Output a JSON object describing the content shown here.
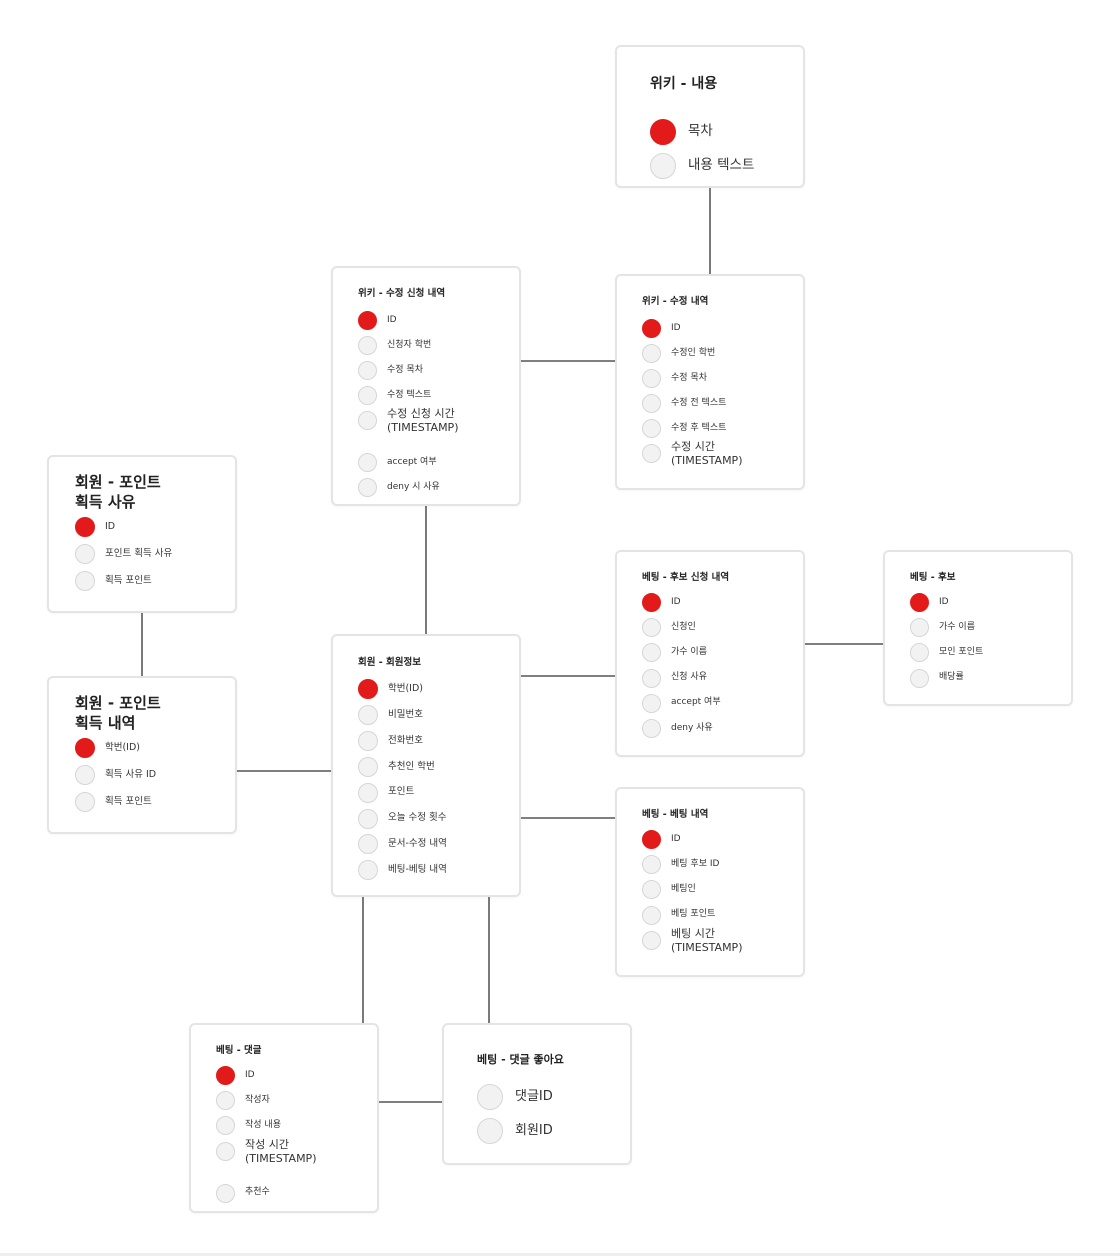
{
  "colors": {
    "primary_key": "#e31a1a",
    "field_dot": "#f2f2f2",
    "card_border": "#e4e4e4",
    "connector": "#333333"
  },
  "entities": [
    {
      "id": "wiki-content",
      "title": "위키 - 내용",
      "fields": [
        {
          "label": "목차",
          "pk": true
        },
        {
          "label": "내용 텍스트",
          "pk": false
        }
      ]
    },
    {
      "id": "wiki-edit-request",
      "title": "위키 - 수정 신청 내역",
      "fields": [
        {
          "label": "ID",
          "pk": true
        },
        {
          "label": "신청자 학번",
          "pk": false
        },
        {
          "label": "수정 목차",
          "pk": false
        },
        {
          "label": "수정 텍스트",
          "pk": false
        },
        {
          "label": "수정 신청 시간\n(TIMESTAMP)",
          "pk": false
        },
        {
          "label": "accept 여부",
          "pk": false
        },
        {
          "label": "deny 시 사유",
          "pk": false
        }
      ]
    },
    {
      "id": "wiki-edit-history",
      "title": "위키 - 수정 내역",
      "fields": [
        {
          "label": "ID",
          "pk": true
        },
        {
          "label": "수정인 학번",
          "pk": false
        },
        {
          "label": "수정 목차",
          "pk": false
        },
        {
          "label": "수정 전 텍스트",
          "pk": false
        },
        {
          "label": "수정 후 텍스트",
          "pk": false
        },
        {
          "label": "수정 시간\n(TIMESTAMP)",
          "pk": false
        }
      ]
    },
    {
      "id": "member-point-reason",
      "title": "회원 - 포인트\n획득 사유",
      "fields": [
        {
          "label": "ID",
          "pk": true
        },
        {
          "label": "포인트 획득 사유",
          "pk": false
        },
        {
          "label": "획득 포인트",
          "pk": false
        }
      ]
    },
    {
      "id": "member-point-history",
      "title": "회원 - 포인트\n획득 내역",
      "fields": [
        {
          "label": "학번(ID)",
          "pk": true
        },
        {
          "label": "획득 사유 ID",
          "pk": false
        },
        {
          "label": "획득 포인트",
          "pk": false
        }
      ]
    },
    {
      "id": "member-info",
      "title": "회원 - 회원정보",
      "fields": [
        {
          "label": "학번(ID)",
          "pk": true
        },
        {
          "label": "비밀번호",
          "pk": false
        },
        {
          "label": "전화번호",
          "pk": false
        },
        {
          "label": "추천인 학번",
          "pk": false
        },
        {
          "label": "포인트",
          "pk": false
        },
        {
          "label": "오늘 수정 횟수",
          "pk": false
        },
        {
          "label": "문서-수정 내역",
          "pk": false
        },
        {
          "label": "베팅-베팅 내역",
          "pk": false
        }
      ]
    },
    {
      "id": "betting-candidate-request",
      "title": "베팅 - 후보 신청 내역",
      "fields": [
        {
          "label": "ID",
          "pk": true
        },
        {
          "label": "신청인",
          "pk": false
        },
        {
          "label": "가수 이름",
          "pk": false
        },
        {
          "label": "신청 사유",
          "pk": false
        },
        {
          "label": "accept 여부",
          "pk": false
        },
        {
          "label": "deny 사유",
          "pk": false
        }
      ]
    },
    {
      "id": "betting-candidate",
      "title": "베팅 - 후보",
      "fields": [
        {
          "label": "ID",
          "pk": true
        },
        {
          "label": "가수 이름",
          "pk": false
        },
        {
          "label": "모인 포인트",
          "pk": false
        },
        {
          "label": "배당률",
          "pk": false
        }
      ]
    },
    {
      "id": "betting-history",
      "title": "베팅 - 베팅 내역",
      "fields": [
        {
          "label": "ID",
          "pk": true
        },
        {
          "label": "베팅 후보 ID",
          "pk": false
        },
        {
          "label": "베팅인",
          "pk": false
        },
        {
          "label": "베팅 포인트",
          "pk": false
        },
        {
          "label": "베팅 시간\n(TIMESTAMP)",
          "pk": false
        }
      ]
    },
    {
      "id": "betting-comment",
      "title": "베팅 - 댓글",
      "fields": [
        {
          "label": "ID",
          "pk": true
        },
        {
          "label": "작성자",
          "pk": false
        },
        {
          "label": "작성 내용",
          "pk": false
        },
        {
          "label": "작성 시간\n(TIMESTAMP)",
          "pk": false
        },
        {
          "label": "추천수",
          "pk": false
        }
      ]
    },
    {
      "id": "betting-comment-like",
      "title": "베팅 - 댓글 좋아요",
      "fields": [
        {
          "label": "댓글ID",
          "pk": false
        },
        {
          "label": "회원ID",
          "pk": false
        }
      ]
    }
  ]
}
